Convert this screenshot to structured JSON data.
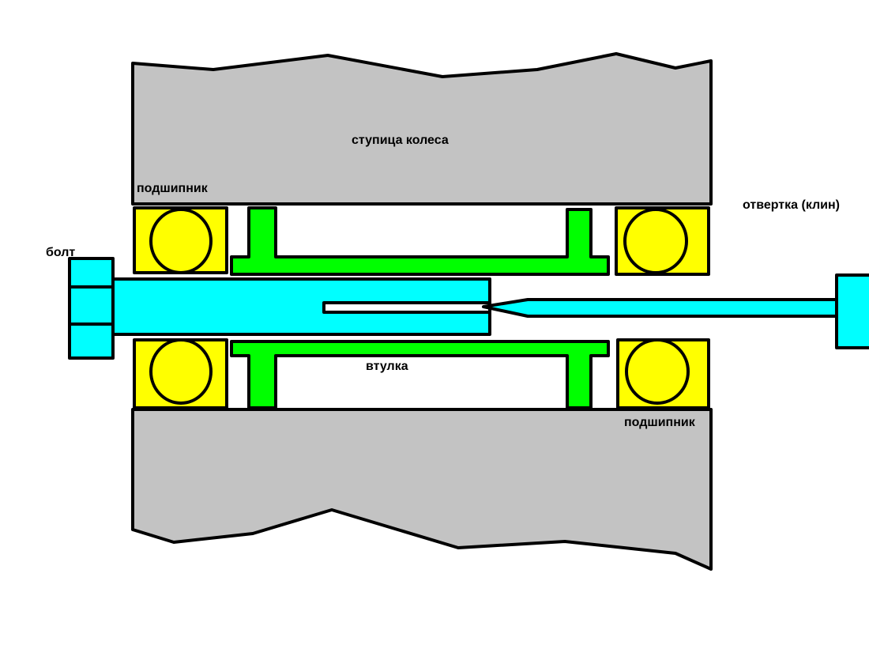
{
  "labels": {
    "hub": "ступица колеса",
    "bearing_top": "подшипник",
    "screwdriver": "отвертка (клин)",
    "bolt": "болт",
    "sleeve": "втулка",
    "bearing_bottom": "подшипник"
  },
  "colors": {
    "hub": "#c3c3c3",
    "bearing": "#ffff00",
    "sleeve": "#00ff00",
    "bolt": "#00ffff",
    "outline": "#000000"
  }
}
